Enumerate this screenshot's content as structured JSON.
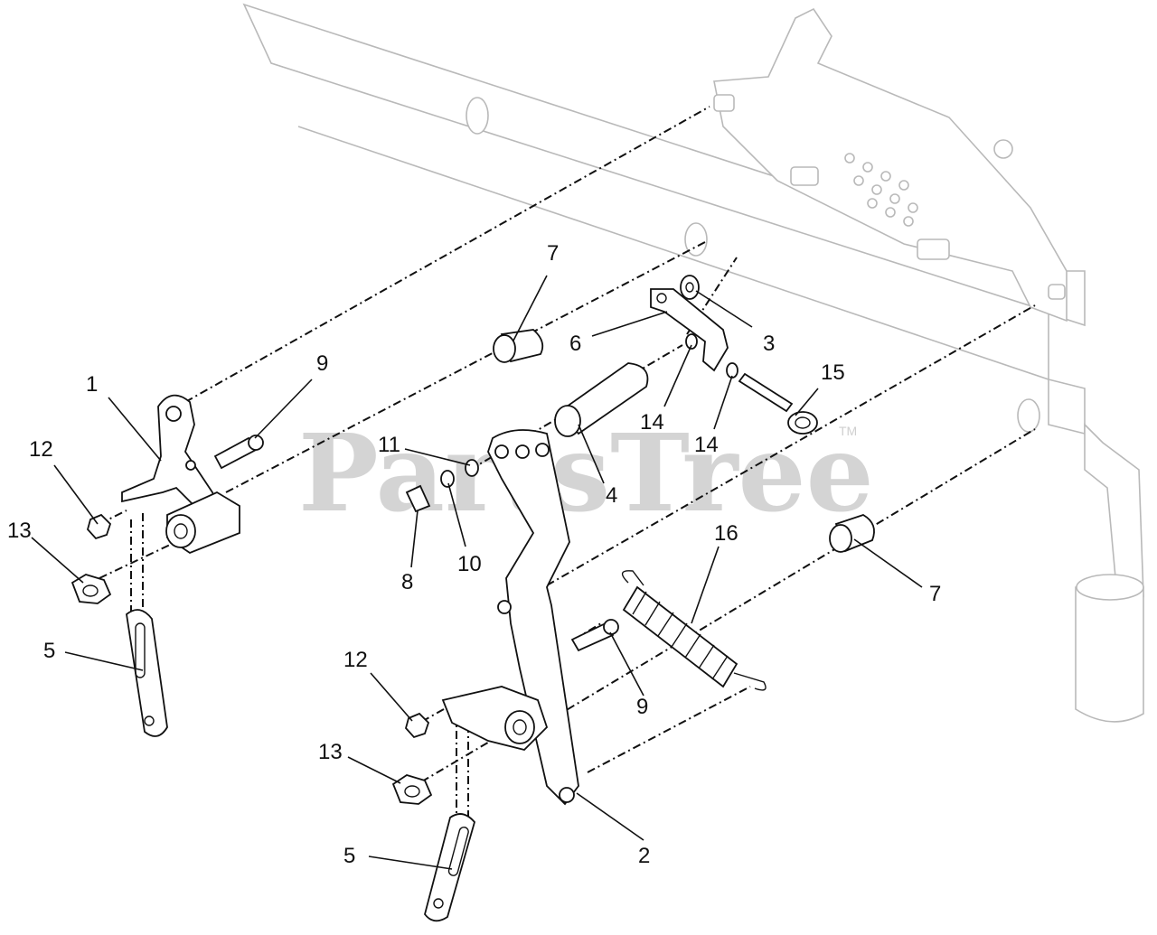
{
  "watermark": {
    "text": "PartsTree",
    "trademark": "TM"
  },
  "callouts": [
    {
      "id": "c1",
      "label": "1"
    },
    {
      "id": "c2",
      "label": "2"
    },
    {
      "id": "c3",
      "label": "3"
    },
    {
      "id": "c4",
      "label": "4"
    },
    {
      "id": "c5a",
      "label": "5"
    },
    {
      "id": "c5b",
      "label": "5"
    },
    {
      "id": "c6",
      "label": "6"
    },
    {
      "id": "c7a",
      "label": "7"
    },
    {
      "id": "c7b",
      "label": "7"
    },
    {
      "id": "c8",
      "label": "8"
    },
    {
      "id": "c9a",
      "label": "9"
    },
    {
      "id": "c9b",
      "label": "9"
    },
    {
      "id": "c10",
      "label": "10"
    },
    {
      "id": "c11",
      "label": "11"
    },
    {
      "id": "c12a",
      "label": "12"
    },
    {
      "id": "c12b",
      "label": "12"
    },
    {
      "id": "c13a",
      "label": "13"
    },
    {
      "id": "c13b",
      "label": "13"
    },
    {
      "id": "c14a",
      "label": "14"
    },
    {
      "id": "c14b",
      "label": "14"
    },
    {
      "id": "c15",
      "label": "15"
    },
    {
      "id": "c16",
      "label": "16"
    }
  ]
}
